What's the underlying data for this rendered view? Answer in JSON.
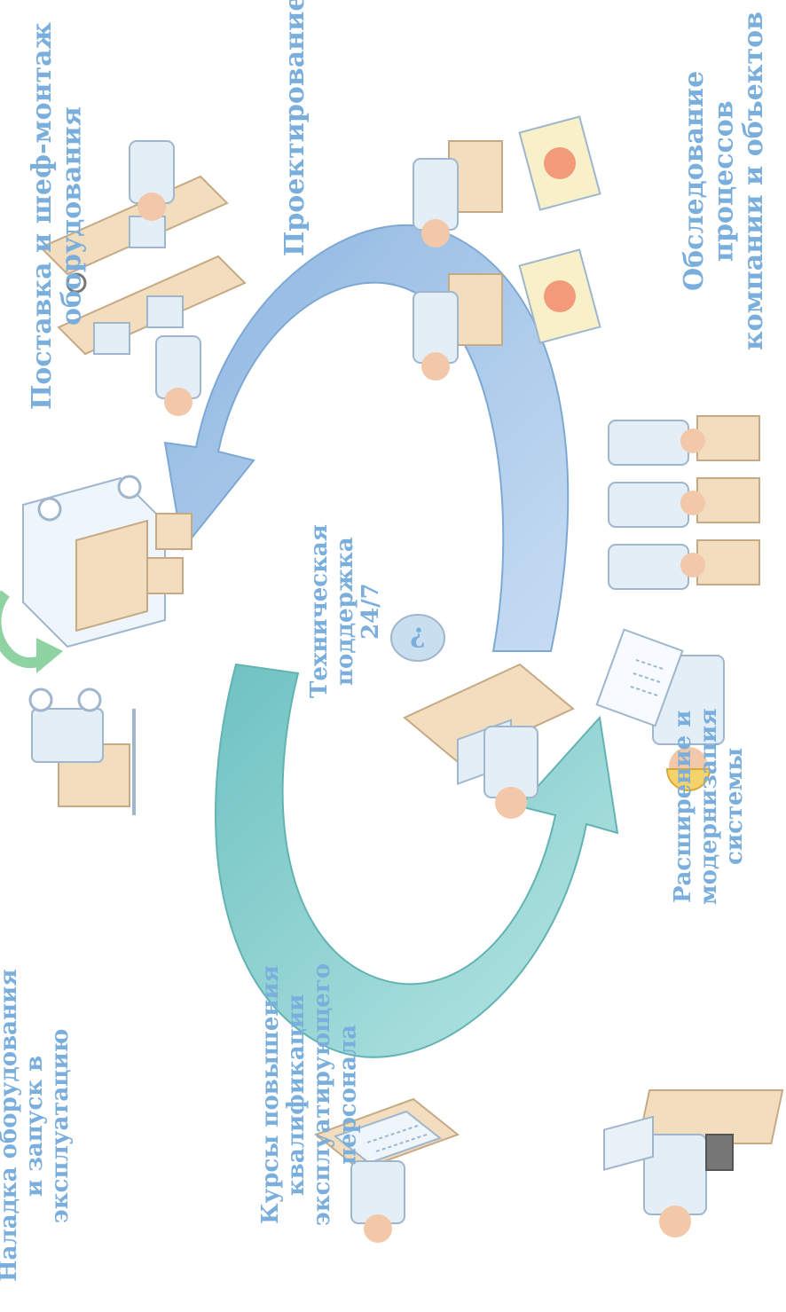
{
  "colors": {
    "label": "#7aaedc",
    "arrow_blue": "#8db6e0",
    "arrow_teal": "#7fcccc",
    "desk": "#f3ddbf",
    "person": "#e3eef7",
    "skin": "#f2c8a8",
    "hardhat": "#f6d36a"
  },
  "labels": {
    "research": [
      "Обследование",
      "процессов",
      "компании и объектов"
    ],
    "design": [
      "Проектирование"
    ],
    "delivery": [
      "Поставка и шеф-монтаж",
      "оборудования"
    ],
    "commissioning": [
      "Наладка оборудования",
      "и запуск в",
      "эксплуатацию"
    ],
    "training": [
      "Курсы повышения",
      "квалификации",
      "эксплуатирующего",
      "персонала"
    ],
    "expansion": [
      "Расширение и",
      "модернизация",
      "системы"
    ],
    "support": [
      "Техническая",
      "поддержка",
      "24/7"
    ]
  },
  "icons": [
    "arrow-blue-icon",
    "arrow-teal-icon",
    "engineer-hardhat-icon",
    "lab-scientist-icon",
    "designer-desk-icon",
    "forklift-icon",
    "delivery-truck-icon",
    "conveyor-worker-icon",
    "trainer-chart-icon",
    "worker-team-icon",
    "support-operator-icon"
  ]
}
